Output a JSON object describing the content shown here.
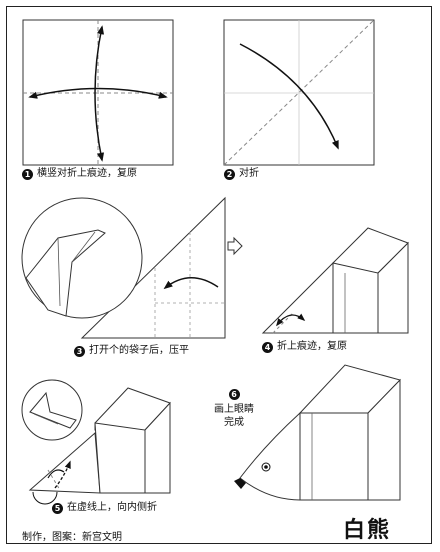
{
  "steps": [
    {
      "number": "1",
      "label": "横竖对折上痕迹，复原"
    },
    {
      "number": "2",
      "label": "对折"
    },
    {
      "number": "3",
      "label": "打开个的袋子后，压平"
    },
    {
      "number": "4",
      "label": "折上痕迹，复原"
    },
    {
      "number": "5",
      "label": "在虚线上，向内侧折"
    },
    {
      "number": "6",
      "label": "画上眼睛完成",
      "lines": [
        "画上眼睛",
        "完成"
      ]
    }
  ],
  "title": "白熊",
  "credit": "制作，图案：新宫文明"
}
